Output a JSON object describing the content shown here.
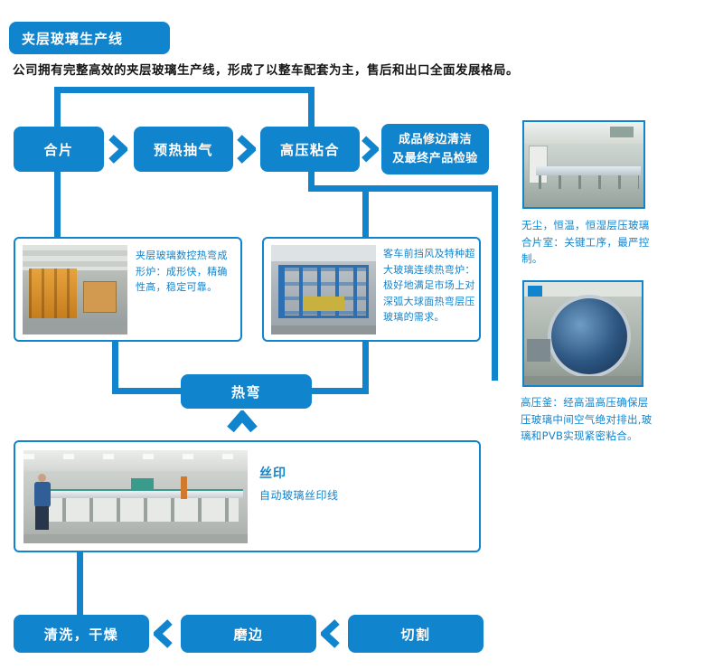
{
  "colors": {
    "primary_blue": "#1184ce",
    "text_dark": "#151515",
    "panel_bg": "#ffffff"
  },
  "header": {
    "title": "夹层玻璃生产线",
    "intro": "公司拥有完整高效的夹层玻璃生产线，形成了以整车配套为主，售后和出口全面发展格局。"
  },
  "flow_top": {
    "step1": "合片",
    "step2": "预热抽气",
    "step3": "高压粘合",
    "step4_line1": "成品修边清洁",
    "step4_line2": "及最终产品检验"
  },
  "flow_mid": {
    "hot_bending": "热弯"
  },
  "flow_bottom": {
    "step1": "清洗，干燥",
    "step2": "磨边",
    "step3": "切割"
  },
  "panels": {
    "lamination_room": {
      "caption": "无尘，恒温，恒湿层压玻璃合片室：关键工序，最严控制。"
    },
    "cnc_bending_furnace": {
      "text": "夹层玻璃数控热弯成形炉：成形快，精确性高，稳定可靠。"
    },
    "windshield_furnace": {
      "text": "客车前挡风及特种超大玻璃连续热弯炉：极好地满足市场上对深弧大球面热弯层压玻璃的需求。"
    },
    "autoclave": {
      "caption": "高压釜：经高温高压确保层压玻璃中间空气绝对排出,玻璃和PVB实现紧密粘合。"
    },
    "silk_screen": {
      "title": "丝印",
      "subtitle": "自动玻璃丝印线"
    }
  },
  "icons": {
    "flow_right": "chevron-right",
    "flow_left": "chevron-left",
    "flow_up": "chevron-up"
  }
}
